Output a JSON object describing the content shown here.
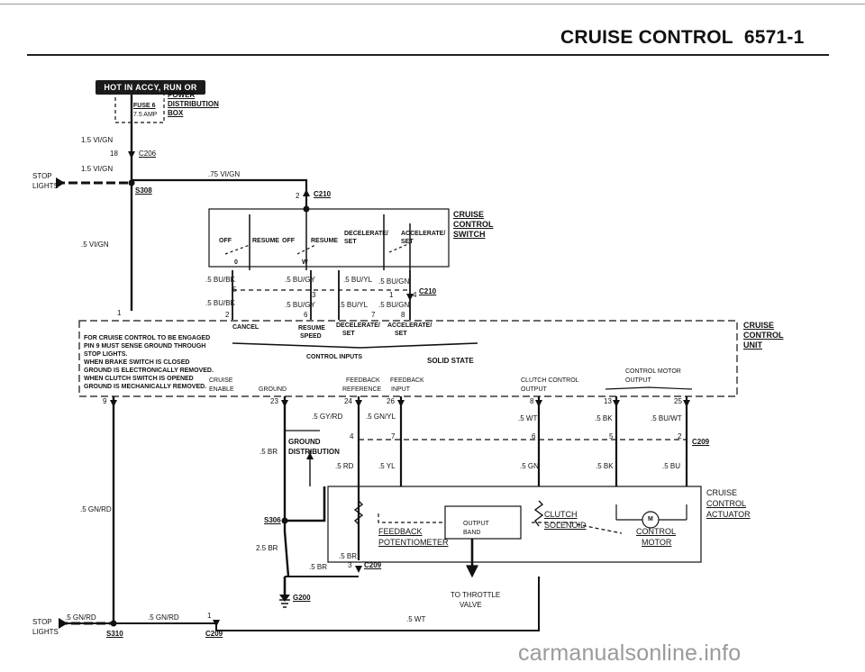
{
  "title": "CRUISE CONTROL",
  "page_number": "6571-1",
  "power_badge": "HOT IN ACCY, RUN OR START",
  "fuse": {
    "name": "FUSE 6",
    "rating": "7.5 AMP"
  },
  "power_box": [
    "POWER",
    "DISTRIBUTION",
    "BOX"
  ],
  "wires": {
    "w1": "1.5 VI/GN",
    "w2": "1.5 VI/GN",
    "w3": ".75 VI/GN",
    "w4": ".5 VI/GN",
    "w5": ".5 GN/RD",
    "w6": ".5 GN/RD",
    "w7": ".5 GN/RD",
    "sw1": ".5 BU/BK",
    "sw2": ".5 BU/GY",
    "sw3": ".5 BU/YL",
    "sw4": ".5 BU/GN",
    "sw5": ".5 BU/BK",
    "sw6": ".5 BU/GY",
    "sw7": ".5 BU/YL",
    "sw8": ".5 BU/GN",
    "m1": ".5 GY/RD",
    "m2": ".5 GN/YL",
    "m3": ".5 WT",
    "m4": ".5 BK",
    "m5": ".5 BU/WT",
    "m6": ".5 RD",
    "m7": ".5 YL",
    "m8": ".5 GN",
    "m9": ".5 BK",
    "m10": ".5 BU",
    "g1": ".5 BR",
    "g2": "2.5 BR",
    "g3": ".5 BR",
    "g4": ".5 BR",
    "g5": ".5 WT"
  },
  "connectors": {
    "c206": "C206",
    "c206_pin": "18",
    "c210a": "C210",
    "c210a_pin": "2",
    "c210b": "C210",
    "c209a": "C209",
    "c209b": "C209",
    "c209c": "C209",
    "c209_pin": "3",
    "c209_bottom_pin": "1",
    "s308": "S308",
    "s306": "S306",
    "s310": "S310",
    "g200": "G200"
  },
  "stop_lights": [
    "STOP",
    "LIGHTS"
  ],
  "switch": {
    "title": [
      "CRUISE",
      "CONTROL",
      "SWITCH"
    ],
    "positions": [
      "OFF",
      "RESUME",
      "OFF",
      "RESUME",
      "DECELERATE/",
      "SET",
      "ACCELERATE/",
      "SET"
    ],
    "markers": [
      "0",
      "W"
    ],
    "pins_top": [
      "5",
      "3",
      "1",
      "4"
    ],
    "pins_bottom": [
      "2",
      "6",
      "7",
      "8"
    ],
    "pin_left": "1"
  },
  "unit": {
    "title": [
      "CRUISE",
      "CONTROL",
      "UNIT"
    ],
    "note": [
      "FOR CRUISE CONTROL TO BE ENGAGED",
      "PIN 9 MUST SENSE GROUND THROUGH",
      "STOP LIGHTS.",
      "WHEN BRAKE SWITCH IS CLOSED",
      "GROUND IS ELECTRONICALLY REMOVED.",
      "WHEN CLUTCH SWITCH IS OPENED",
      "GROUND IS MECHANICALLY REMOVED."
    ],
    "inputs_label": "CONTROL INPUTS",
    "solid_state": "SOLID STATE",
    "in_labels": [
      "CANCEL",
      "RESUME",
      "SPEED",
      "DECELERATE/",
      "SET",
      "ACCELERATE/",
      "SET"
    ],
    "bottom_labels": [
      "CRUISE",
      "ENABLE",
      "GROUND",
      "FEEDBACK",
      "REFERENCE",
      "FEEDBACK",
      "INPUT",
      "CLUTCH CONTROL",
      "OUTPUT",
      "CONTROL MOTOR",
      "OUTPUT"
    ],
    "pins": [
      "9",
      "23",
      "24",
      "26",
      "8",
      "13",
      "25"
    ]
  },
  "actuator": {
    "title": [
      "CRUISE",
      "CONTROL",
      "ACTUATOR"
    ],
    "feedback": [
      "FEEDBACK",
      "POTENTIOMETER"
    ],
    "output": [
      "OUTPUT",
      "BAND"
    ],
    "clutch": [
      "CLUTCH",
      "SOLENOID"
    ],
    "motor": [
      "CONTROL",
      "MOTOR"
    ],
    "throttle": [
      "TO THROTTLE",
      "VALVE"
    ],
    "motor_symbol": "M",
    "pins": [
      "4",
      "7",
      "6",
      "5",
      "2"
    ]
  },
  "ground_dist": [
    "GROUND",
    "DISTRIBUTION"
  ],
  "watermark": "carmanualsonline.info"
}
